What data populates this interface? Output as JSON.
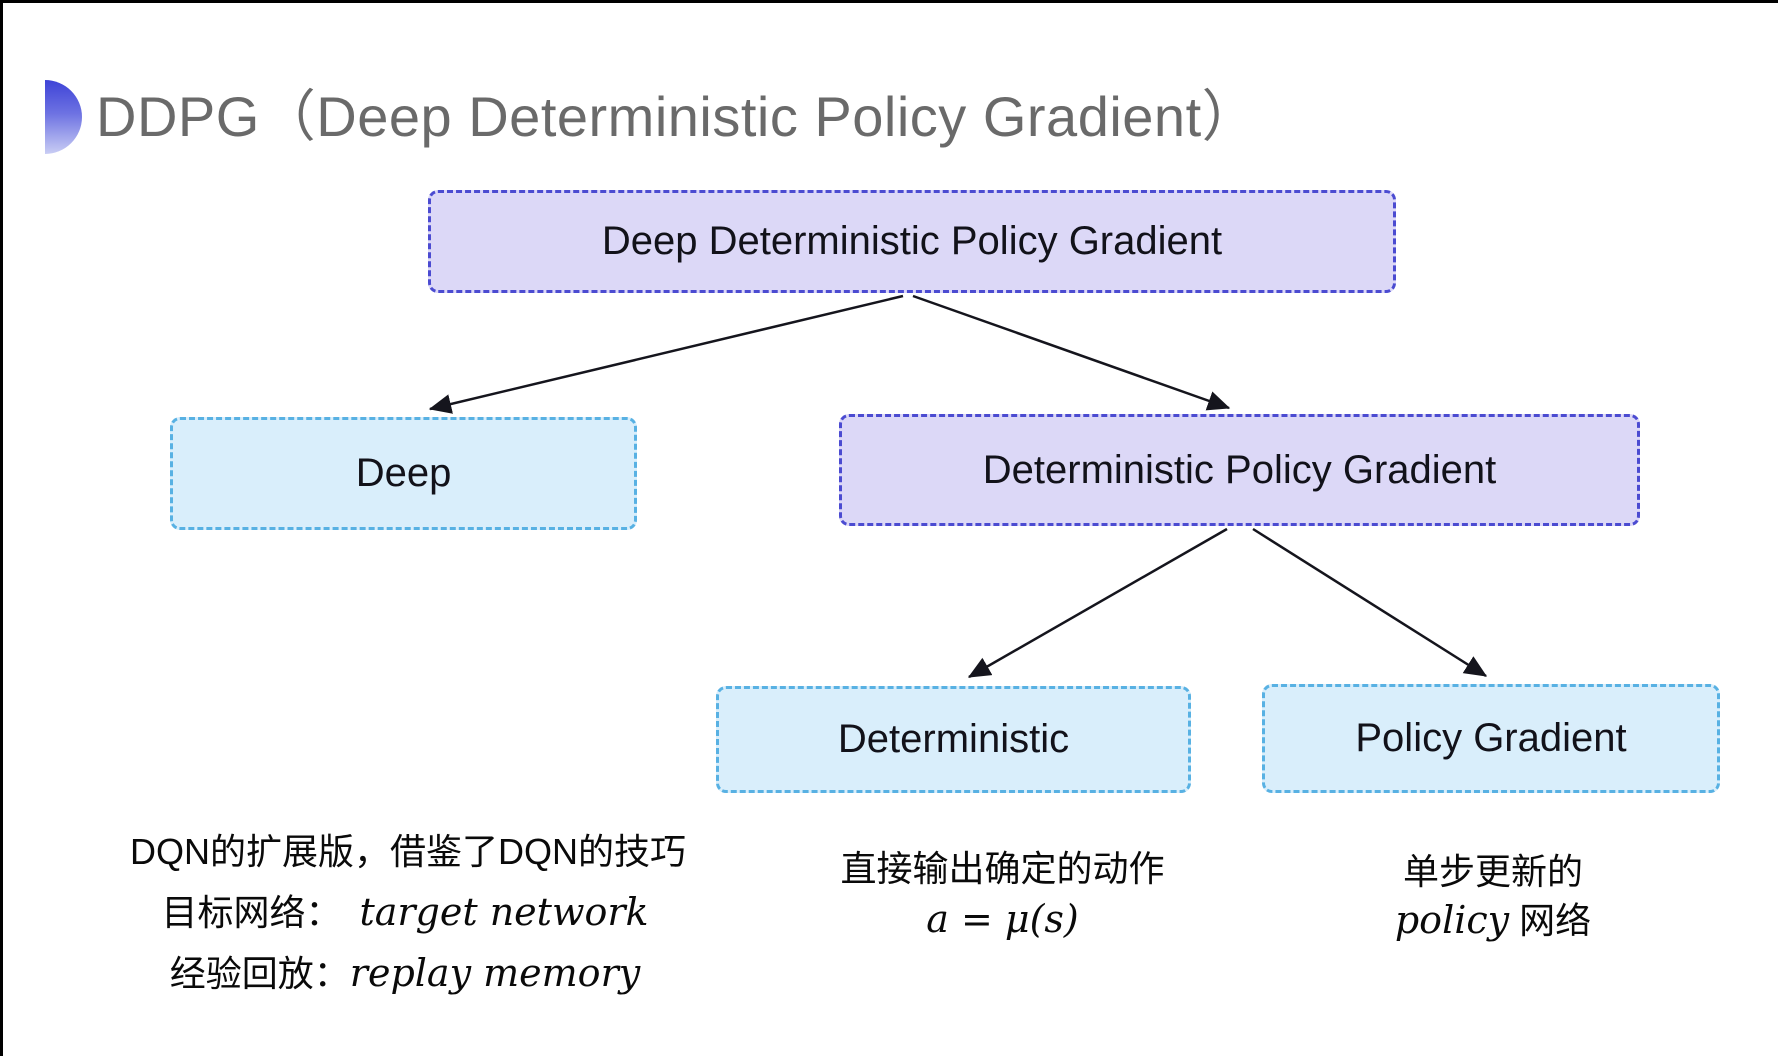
{
  "title": "DDPG（Deep Deterministic Policy Gradient）",
  "colors": {
    "purple_fill": "#dcd8f7",
    "purple_border": "#4b4bd1",
    "blue_fill": "#d9eefb",
    "blue_border": "#58b1e3",
    "title_gray": "#6a6a6a",
    "arrow": "#15151d",
    "bullet_gradient_top": "#3e43d7",
    "bullet_gradient_bottom": "#c9cdf4"
  },
  "tree": {
    "root": "Deep Deterministic Policy Gradient",
    "level2": [
      "Deep",
      "Deterministic Policy Gradient"
    ],
    "level3": [
      "Deterministic",
      "Policy Gradient"
    ]
  },
  "notes": {
    "deep": {
      "line1": "DQN的扩展版，借鉴了DQN的技巧",
      "target_label": "目标网络：",
      "target_value": "target network",
      "replay_label": "经验回放：",
      "replay_value": "replay memory"
    },
    "deterministic": {
      "line1": "直接输出确定的动作",
      "formula": "a = μ(s)"
    },
    "policy_gradient": {
      "line1": "单步更新的",
      "word_italic": "policy",
      "word_rest": " 网络"
    }
  }
}
